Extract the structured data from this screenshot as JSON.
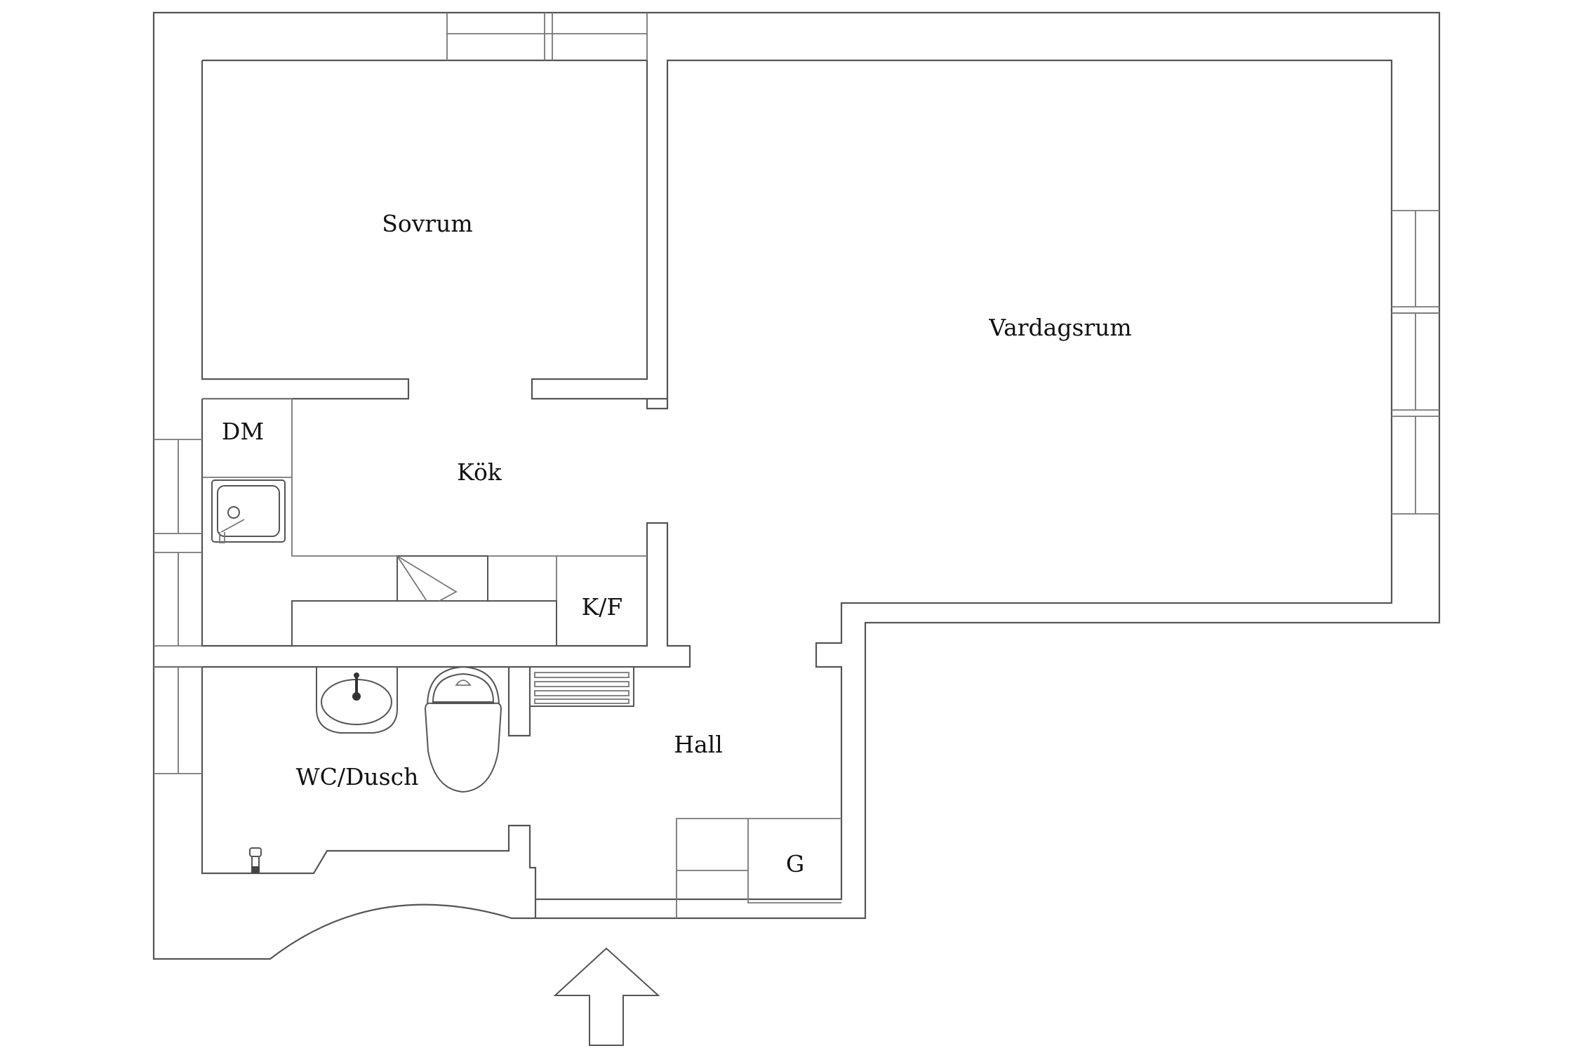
{
  "rooms": {
    "sovrum": "Sovrum",
    "vardagsrum": "Vardagsrum",
    "dm": "DM",
    "kok": "Kök",
    "kf": "K/F",
    "hall": "Hall",
    "wc": "WC/Dusch",
    "g": "G"
  },
  "icons": {
    "entrance": "entrance-arrow-icon",
    "sink": "kitchen-sink-icon",
    "stove": "stove-hood-icon",
    "washbasin": "washbasin-icon",
    "toilet": "toilet-icon",
    "radiator": "radiator-icon",
    "shower": "shower-head-icon"
  },
  "colors": {
    "wall_stroke": "#555555",
    "background": "#ffffff",
    "label_text": "#111111"
  }
}
